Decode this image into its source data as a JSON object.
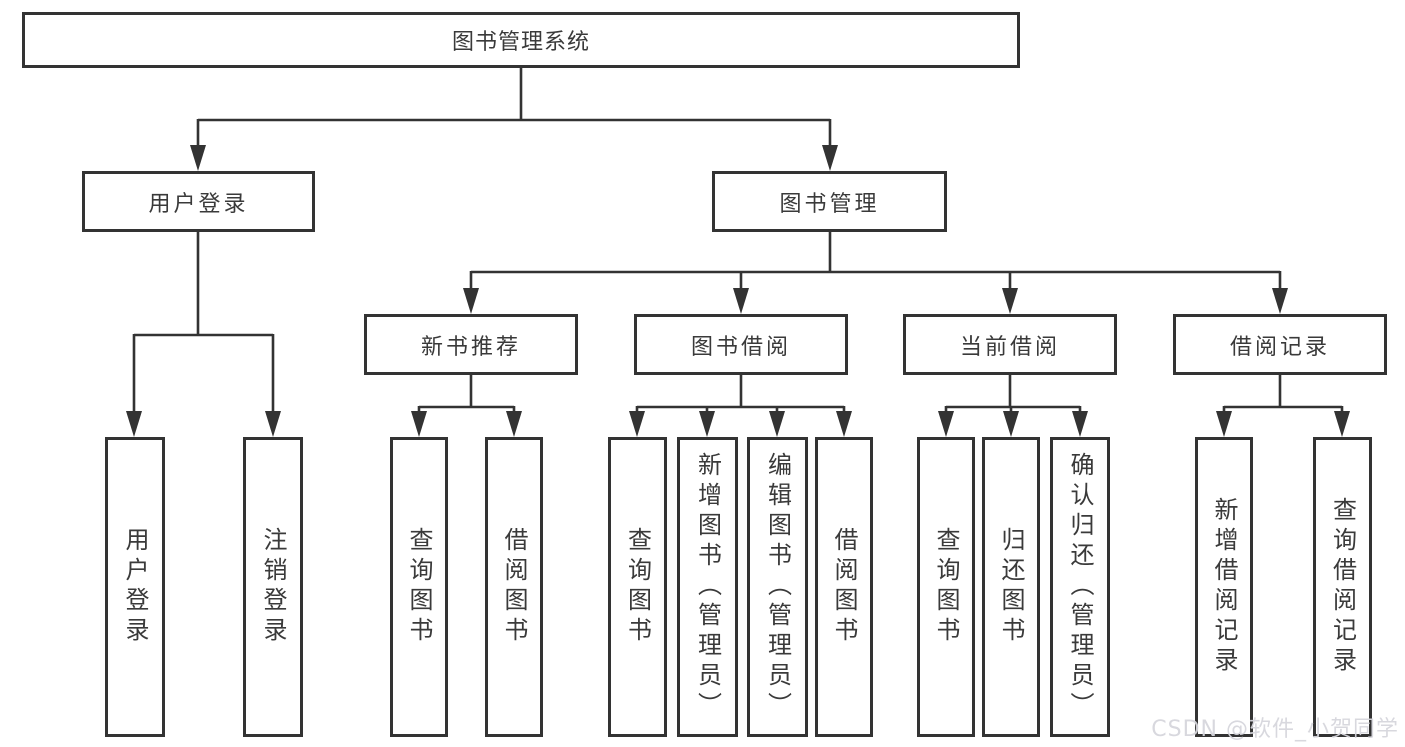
{
  "diagram": {
    "root": {
      "label": "图书管理系统"
    },
    "level2": [
      {
        "label": "用户登录"
      },
      {
        "label": "图书管理"
      }
    ],
    "level3": [
      {
        "label": "新书推荐"
      },
      {
        "label": "图书借阅"
      },
      {
        "label": "当前借阅"
      },
      {
        "label": "借阅记录"
      }
    ],
    "leaves": [
      {
        "label": "用户登录"
      },
      {
        "label": "注销登录"
      },
      {
        "label": "查询图书"
      },
      {
        "label": "借阅图书"
      },
      {
        "label": "查询图书"
      },
      {
        "label": "新增图书（管理员）"
      },
      {
        "label": "编辑图书（管理员）"
      },
      {
        "label": "借阅图书"
      },
      {
        "label": "查询图书"
      },
      {
        "label": "归还图书"
      },
      {
        "label": "确认归还（管理员）"
      },
      {
        "label": "新增借阅记录"
      },
      {
        "label": "查询借阅记录"
      }
    ]
  },
  "watermark": {
    "text": "CSDN @软件_小贺同学"
  },
  "colors": {
    "line": "#333333",
    "text": "#3a3a3a",
    "background": "#ffffff",
    "watermark": "#d6d6da"
  }
}
